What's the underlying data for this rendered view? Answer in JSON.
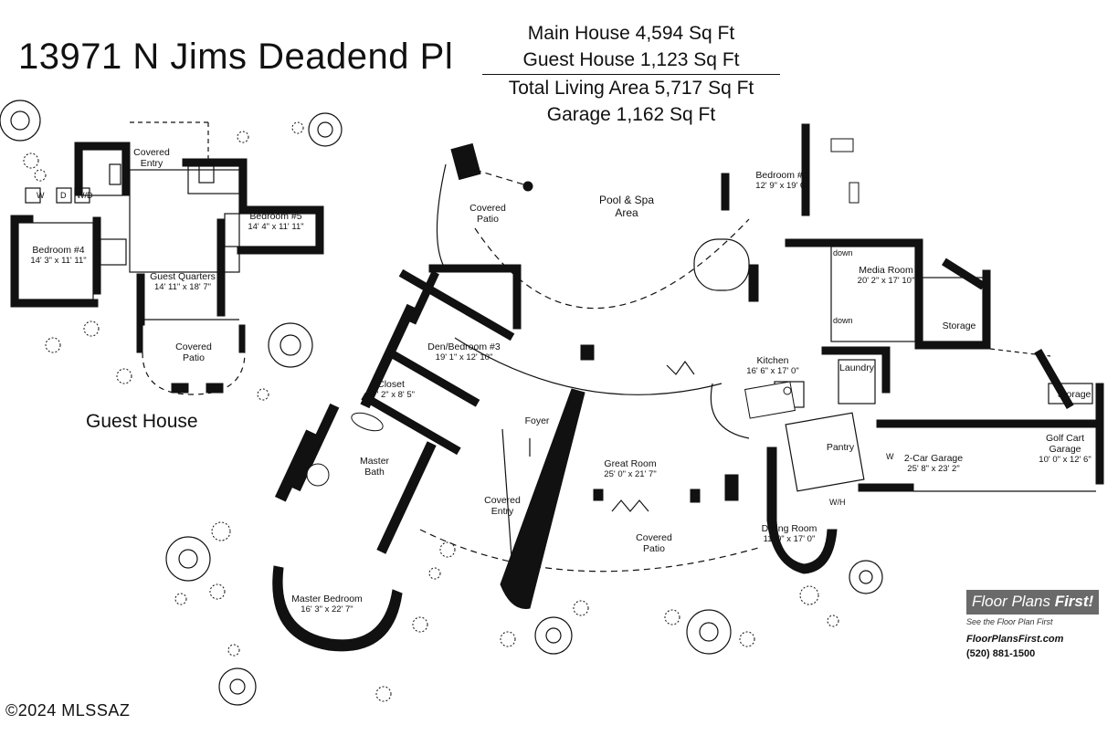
{
  "address": "13971 N Jims Deadend Pl",
  "area_summary": {
    "main_house": "Main House 4,594 Sq Ft",
    "guest_house": "Guest House 1,123 Sq Ft",
    "total": "Total Living Area 5,717 Sq Ft",
    "garage": "Garage 1,162 Sq Ft"
  },
  "guest_house_caption": "Guest House",
  "rooms": {
    "gh_covered_entry": {
      "name": "Covered\nEntry"
    },
    "gh_bedroom5": {
      "name": "Bedroom #5",
      "dim": "14' 4\" x 11' 11\""
    },
    "gh_bedroom4": {
      "name": "Bedroom #4",
      "dim": "14' 3\" x 11' 11\""
    },
    "gh_guest_quarters": {
      "name": "Guest Quarters",
      "dim": "14' 11\" x 18' 7\""
    },
    "gh_covered_patio": {
      "name": "Covered\nPatio"
    },
    "covered_patio_n": {
      "name": "Covered\nPatio"
    },
    "pool_spa": {
      "name": "Pool & Spa\nArea"
    },
    "bedroom2": {
      "name": "Bedroom #2",
      "dim": "12' 9\" x 19' 0\""
    },
    "media_room": {
      "name": "Media Room",
      "dim": "20' 2\" x 17' 10\""
    },
    "storage_1": {
      "name": "Storage"
    },
    "storage_2": {
      "name": "Storage"
    },
    "den_bedroom3": {
      "name": "Den/Bedroom #3",
      "dim": "19' 1\" x 12' 10\""
    },
    "kitchen": {
      "name": "Kitchen",
      "dim": "16' 6\" x 17' 0\""
    },
    "laundry": {
      "name": "Laundry"
    },
    "closet": {
      "name": "Closet",
      "dim": "17' 2\" x 8' 5\""
    },
    "foyer": {
      "name": "Foyer"
    },
    "pantry": {
      "name": "Pantry"
    },
    "two_car_garage": {
      "name": "2-Car Garage",
      "dim": "25' 8\" x 23' 2\""
    },
    "golf_cart_garage": {
      "name": "Golf Cart\nGarage",
      "dim": "10' 0\" x 12' 6\""
    },
    "master_bath": {
      "name": "Master\nBath"
    },
    "great_room": {
      "name": "Great Room",
      "dim": "25' 0\" x 21' 7\""
    },
    "covered_entry_main": {
      "name": "Covered\nEntry"
    },
    "covered_patio_s": {
      "name": "Covered\nPatio"
    },
    "dining_room": {
      "name": "Dining Room",
      "dim": "11' 0\" x 17' 0\""
    },
    "master_bedroom": {
      "name": "Master Bedroom",
      "dim": "16' 3\" x 22' 7\""
    }
  },
  "stair_labels": {
    "down_1": "down",
    "down_2": "down"
  },
  "fixture_labels": {
    "gh_w": "W",
    "gh_wd": "W/D",
    "gh_d": "D",
    "main_w": "W",
    "main_w2": "W/H"
  },
  "logo": {
    "brand_main": "Floor Plans ",
    "brand_accent": "First!",
    "tagline": "See the Floor Plan First",
    "url": "FloorPlansFirst.com",
    "phone": "(520) 881-1500"
  },
  "copyright": "©2024 MLSSAZ",
  "colors": {
    "ink": "#111111",
    "paper": "#ffffff",
    "logo_box": "#6a6a6a"
  }
}
